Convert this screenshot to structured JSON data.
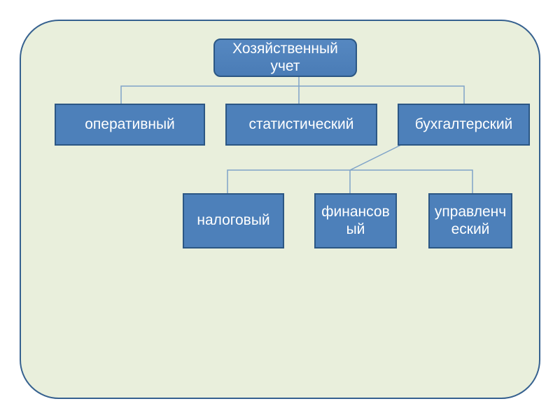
{
  "diagram": {
    "type": "hierarchy",
    "nodes": {
      "root": {
        "label": "Хозяйственный\nучет"
      },
      "operational": {
        "label": "оперативный"
      },
      "statistical": {
        "label": "статистический"
      },
      "accounting": {
        "label": "бухгалтерский"
      },
      "tax": {
        "label": "налоговый"
      },
      "financial": {
        "label": "финансов\nый"
      },
      "managerial": {
        "label": "управленч\nеский"
      }
    },
    "edges": [
      {
        "from": "Хозяйственный учет",
        "to": "оперативный"
      },
      {
        "from": "Хозяйственный учет",
        "to": "статистический"
      },
      {
        "from": "Хозяйственный учет",
        "to": "бухгалтерский"
      },
      {
        "from": "бухгалтерский",
        "to": "налоговый"
      },
      {
        "from": "бухгалтерский",
        "to": "финансовый"
      },
      {
        "from": "бухгалтерский",
        "to": "управленческий"
      }
    ],
    "colors": {
      "page_background": "#ffffff",
      "panel_fill": "#e9efdc",
      "panel_border": "#36618f",
      "node_fill": "#4d80ba",
      "node_border": "#2c5784",
      "node_text": "#ffffff",
      "connector": "#7fa3c8"
    }
  }
}
